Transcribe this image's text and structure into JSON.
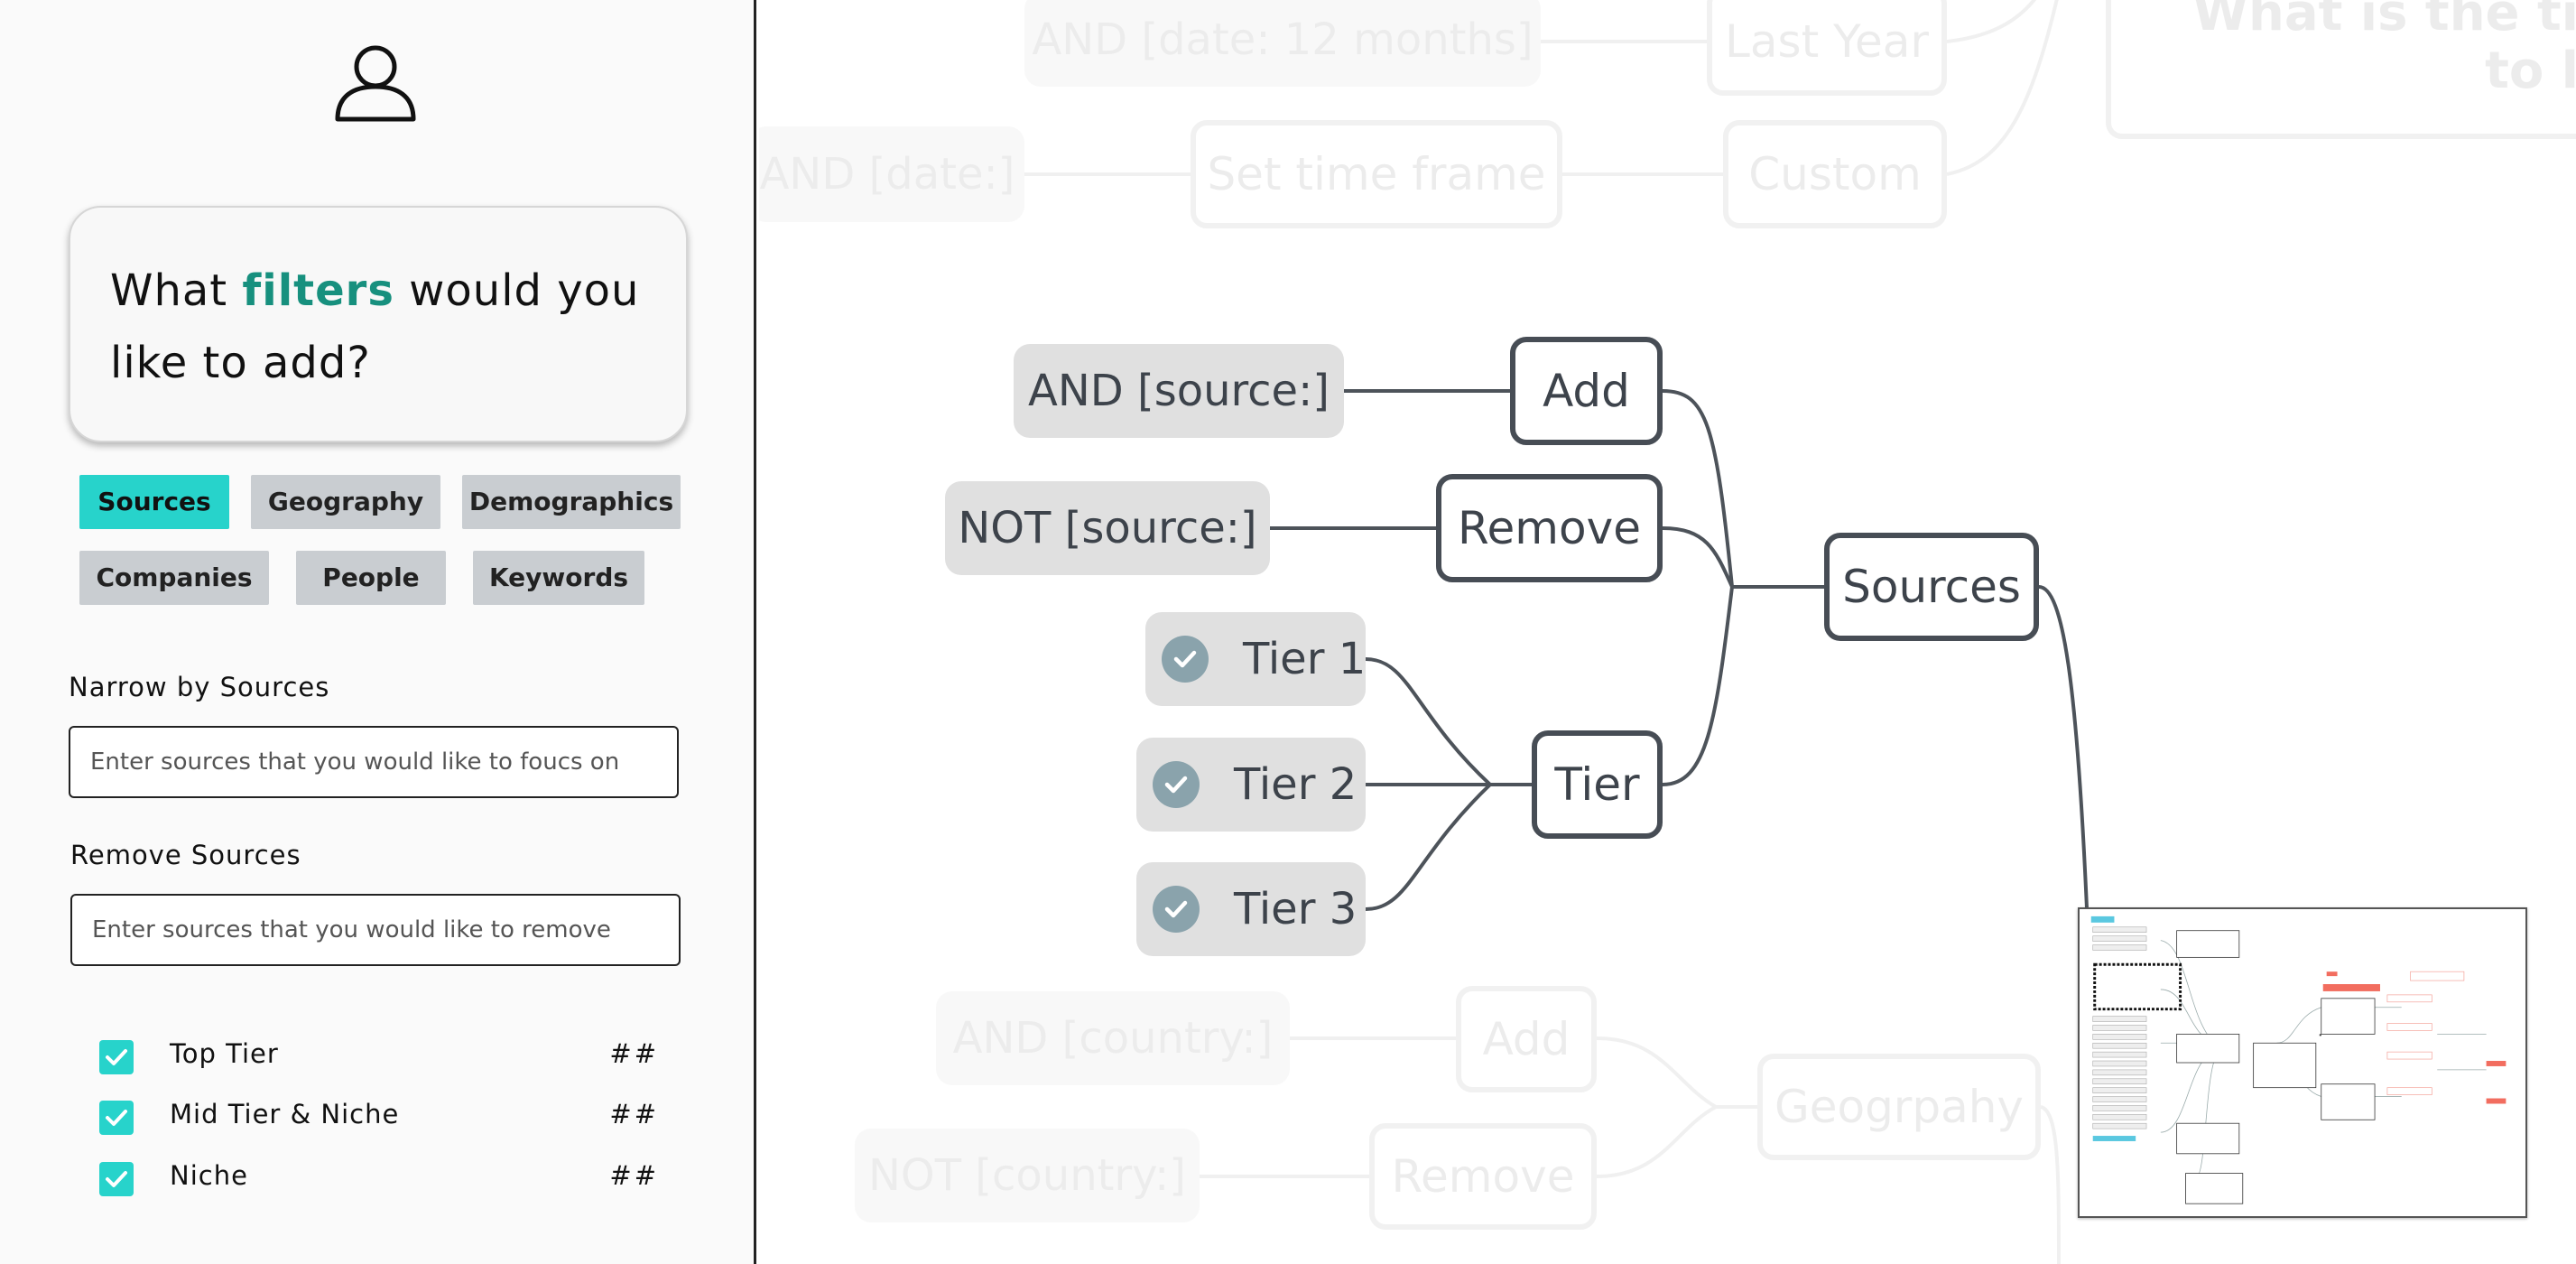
{
  "panel": {
    "question": {
      "before": "What ",
      "highlight": "filters",
      "after": " would you like to add?"
    },
    "tabs": [
      {
        "label": "Sources",
        "active": true
      },
      {
        "label": "Geography",
        "active": false
      },
      {
        "label": "Demographics",
        "active": false
      },
      {
        "label": "Companies",
        "active": false
      },
      {
        "label": "People",
        "active": false
      },
      {
        "label": "Keywords",
        "active": false
      }
    ],
    "narrow": {
      "label": "Narrow by Sources",
      "placeholder": "Enter sources that you would like to foucs on"
    },
    "remove": {
      "label": "Remove Sources",
      "placeholder": "Enter sources that you would like to remove"
    },
    "tiers": [
      {
        "label": "Top Tier",
        "count": "##",
        "checked": true
      },
      {
        "label": "Mid Tier & Niche",
        "count": "##",
        "checked": true
      },
      {
        "label": "Niche",
        "count": "##",
        "checked": true
      }
    ],
    "colors": {
      "accent": "#27d3cb",
      "highlight": "#17907e",
      "chip": "#c9cdd1"
    }
  },
  "map": {
    "faded_top": {
      "date_12": "AND [date: 12 months]",
      "last_year": "Last Year",
      "date_open": "AND [date:]",
      "set_time": "Set time frame",
      "custom": "Custom",
      "question_line1": "What is the ti",
      "question_line2": "to l"
    },
    "sources": {
      "root": "Sources",
      "add": "Add",
      "remove": "Remove",
      "tier": "Tier",
      "and_source": "AND [source:]",
      "not_source": "NOT [source:]",
      "tiers": [
        "Tier 1",
        "Tier 2",
        "Tier 3"
      ]
    },
    "faded_bottom": {
      "and_country": "AND [country:]",
      "not_country": "NOT [country:]",
      "add": "Add",
      "remove": "Remove",
      "geography": "Geogrpahy"
    },
    "colors": {
      "node_border": "#474d55",
      "pill_bg": "#e0e0e0",
      "tick": "#8aa3ac"
    }
  }
}
